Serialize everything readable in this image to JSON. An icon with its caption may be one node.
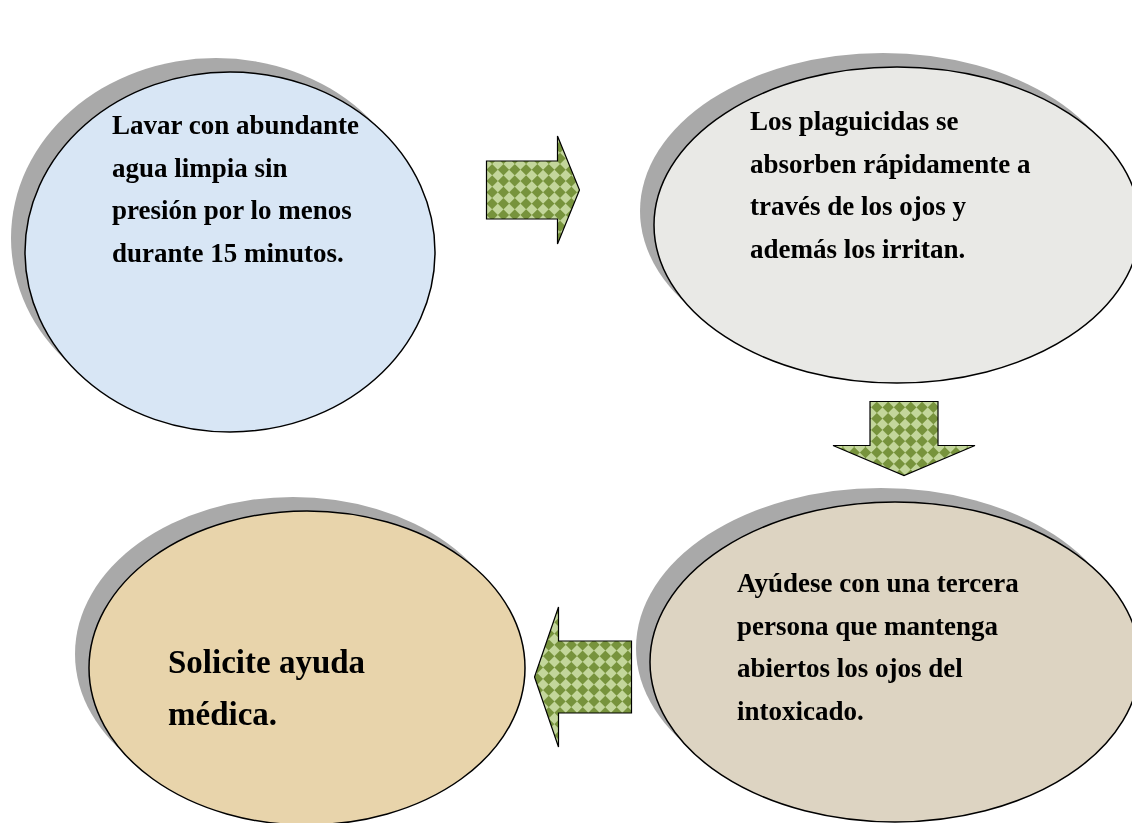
{
  "diagram": {
    "nodes": [
      {
        "text": [
          "Lavar con abundante agua limpia sin presión por lo menos durante 15 minutos."
        ]
      },
      {
        "text": [
          "Los plaguicidas se absorben rápidamente a través de los ojos y además los irritan."
        ]
      },
      {
        "text": [
          "Ayúdese con una tercera persona que mantenga abiertos los ojos del intoxicado."
        ]
      },
      {
        "text": [
          "Solicite ayuda médica."
        ]
      }
    ],
    "edges": [
      {
        "from": 0,
        "to": 1,
        "arrow": "to"
      },
      {
        "from": 1,
        "to": 2,
        "arrow": "to"
      },
      {
        "from": 2,
        "to": 3,
        "arrow": "to"
      }
    ]
  }
}
